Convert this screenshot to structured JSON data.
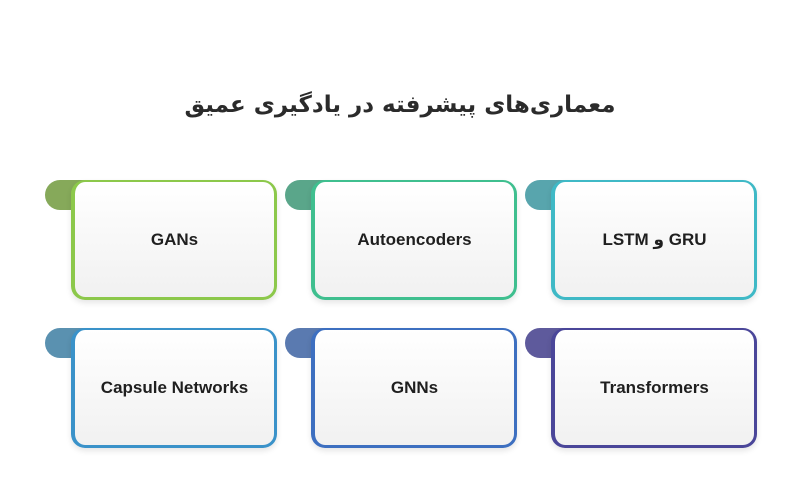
{
  "title": "معماری‌های پیشرفته در یادگیری عمیق",
  "cards": [
    {
      "label": "GANs",
      "color": "#8cc84b",
      "tab_color": "#86a95a"
    },
    {
      "label": "Autoencoders",
      "color": "#3fbf8f",
      "tab_color": "#5aa68a"
    },
    {
      "label": "GRU و LSTM",
      "color": "#3fb9c6",
      "tab_color": "#58a5ad"
    },
    {
      "label": "Capsule Networks",
      "color": "#3a92c9",
      "tab_color": "#5a91b0"
    },
    {
      "label": "GNNs",
      "color": "#3d6fc0",
      "tab_color": "#5a7ab0"
    },
    {
      "label": "Transformers",
      "color": "#4a4699",
      "tab_color": "#5e5a9c"
    }
  ]
}
